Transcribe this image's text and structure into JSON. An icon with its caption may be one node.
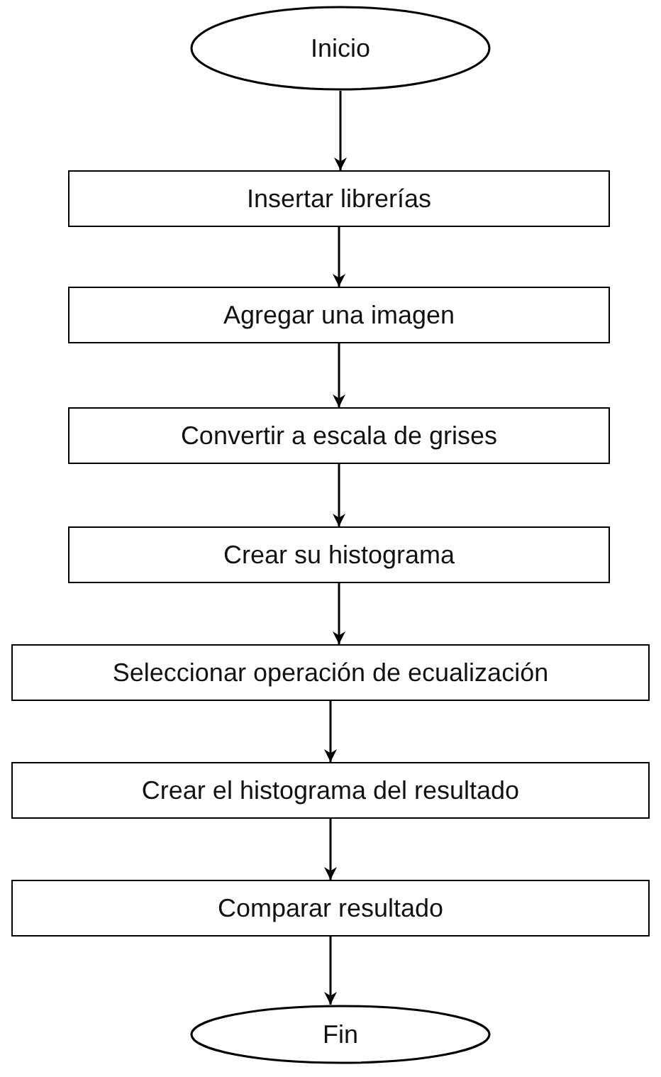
{
  "diagram": {
    "nodes": [
      {
        "text": [
          "Inicio"
        ]
      },
      {
        "text": [
          "Insertar librerías"
        ]
      },
      {
        "text": [
          "Agregar una imagen"
        ]
      },
      {
        "text": [
          "Convertir a escala de grises"
        ]
      },
      {
        "text": [
          "Crear su histograma"
        ]
      },
      {
        "text": [
          "Seleccionar operación de ecualización"
        ]
      },
      {
        "text": [
          "Crear el histograma del resultado"
        ]
      },
      {
        "text": [
          "Comparar resultado"
        ]
      },
      {
        "text": [
          "Fin"
        ]
      }
    ],
    "edges": [
      {
        "from": 0,
        "to": 1,
        "arrow": "to"
      },
      {
        "from": 1,
        "to": 2,
        "arrow": "to"
      },
      {
        "from": 2,
        "to": 3,
        "arrow": "to"
      },
      {
        "from": 3,
        "to": 4,
        "arrow": "to"
      },
      {
        "from": 4,
        "to": 5,
        "arrow": "to"
      },
      {
        "from": 5,
        "to": 6,
        "arrow": "to"
      },
      {
        "from": 6,
        "to": 7,
        "arrow": "to"
      },
      {
        "from": 7,
        "to": 8,
        "arrow": "to"
      }
    ]
  }
}
